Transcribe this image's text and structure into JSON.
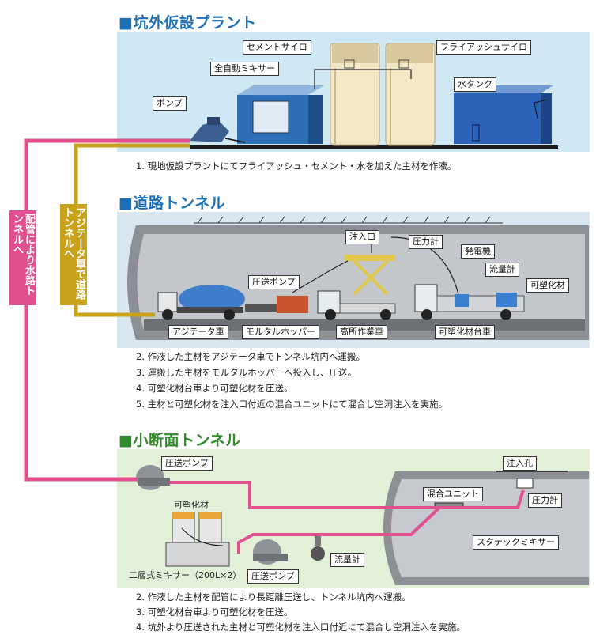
{
  "sections": {
    "outside_plant": {
      "title": "■坑外仮設プラント",
      "labels": {
        "cement_silo": "セメントサイロ",
        "flyash_silo": "フライアッシュサイロ",
        "mixer": "全自動ミキサー",
        "pump": "ポンプ",
        "water_tank": "水タンク"
      },
      "notes": [
        "1. 現地仮設プラントにてフライアッシュ・セメント・水を加えた主材を作液。"
      ]
    },
    "road_tunnel": {
      "title": "■道路トンネル",
      "labels": {
        "injection_port": "注入口",
        "pressure_gauge": "圧力計",
        "generator": "発電機",
        "flow_meter": "流量計",
        "plasticizer": "可塑化材",
        "pressure_pump": "圧送ポンプ",
        "agitator_truck": "アジテータ車",
        "mortar_hopper": "モルタルホッパー",
        "aerial_work_vehicle": "高所作業車",
        "plasticizer_truck": "可塑化材台車"
      },
      "notes": [
        "2. 作液した主材をアジテータ車でトンネル坑内へ運搬。",
        "3. 運搬した主材をモルタルホッパーへ投入し、圧送。",
        "4. 可塑化材台車より可塑化材を圧送。",
        "5. 主材と可塑化材を注入口付近の混合ユニットにて混合し空洞注入を実施。"
      ]
    },
    "small_tunnel": {
      "title": "■小断面トンネル",
      "labels": {
        "pressure_pump_top": "圧送ポンプ",
        "plasticizer": "可塑化材",
        "double_mixer": "二層式ミキサー（200L×2）",
        "pressure_pump_bottom": "圧送ポンプ",
        "flow_meter": "流量計",
        "mixing_unit": "混合ユニット",
        "injection_hole": "注入孔",
        "pressure_gauge": "圧力計",
        "static_mixer": "スタテックミキサー"
      },
      "notes": [
        "2. 作液した主材を配管により長距離圧送し、トンネル坑内へ運搬。",
        "3. 可塑化材台車より可塑化材を圧送。",
        "4. 坑外より圧送された主材と可塑化材を注入口付近にて混合し空洞注入を実施。"
      ]
    }
  },
  "side_labels": {
    "pink": "配管により水路トンネルへ",
    "gold": "アジテータ車で道路トンネルへ"
  },
  "colors": {
    "pink_pipe": "#e0508f",
    "gold_pipe": "#c9a21c",
    "plant_bg": "#cfe8f3",
    "tunnel_bg": "#dbe9f2",
    "small_bg": "#e3f0d8"
  }
}
